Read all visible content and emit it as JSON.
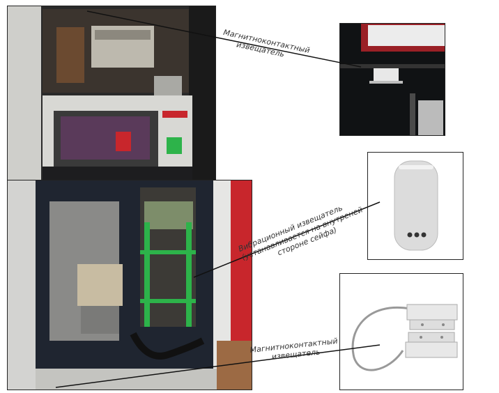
{
  "labels": {
    "top_sensor_line1": "Магнитноконтактный",
    "top_sensor_line2": "извещатель",
    "vibration_line1": "Вибрационный извещатель",
    "vibration_line2": "(устанавливается на внутреней",
    "vibration_line3": "стороне сейфа)",
    "bottom_sensor_line1": "Магнитноконтактный",
    "bottom_sensor_line2": "извещатель"
  },
  "colors": {
    "atm_body": "#d8d8d4",
    "atm_dark": "#1d1d1f",
    "screen": "#5a3a5a",
    "green_rails": "#2db34a",
    "red_wall": "#c8262c",
    "floor": "#9c6a44",
    "sensor_white": "#e8e8e8",
    "vibration_sensor": "#dcdcdc"
  }
}
